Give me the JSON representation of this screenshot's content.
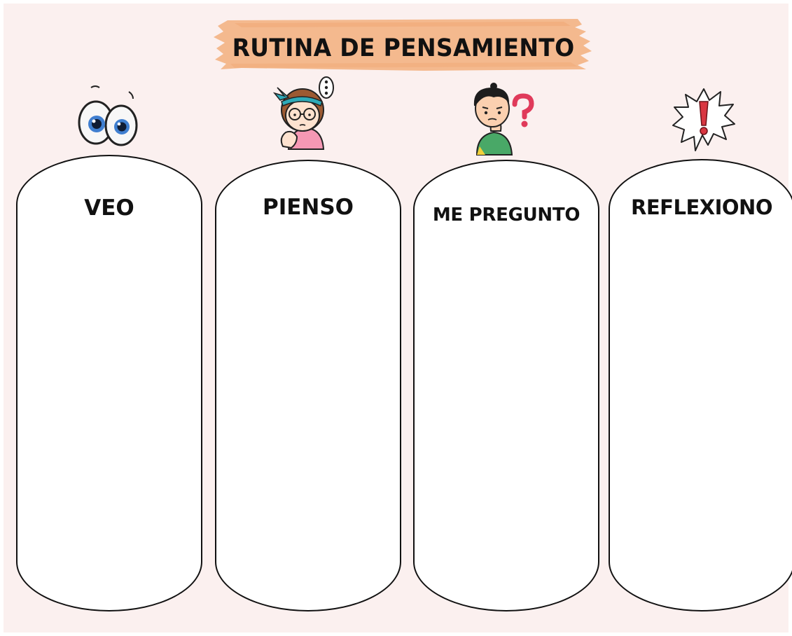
{
  "title": "RUTINA DE PENSAMIENTO",
  "colors": {
    "background": "#fbf0ef",
    "banner": "#f4b98e",
    "ink": "#111111",
    "panel": "#ffffff"
  },
  "columns": [
    {
      "label": "VEO",
      "icon": "eyes-icon"
    },
    {
      "label": "PIENSO",
      "icon": "thinking-girl-icon"
    },
    {
      "label": "ME PREGUNTO",
      "icon": "confused-boy-question-icon"
    },
    {
      "label": "REFLEXIONO",
      "icon": "exclamation-speech-bubble-icon"
    }
  ]
}
